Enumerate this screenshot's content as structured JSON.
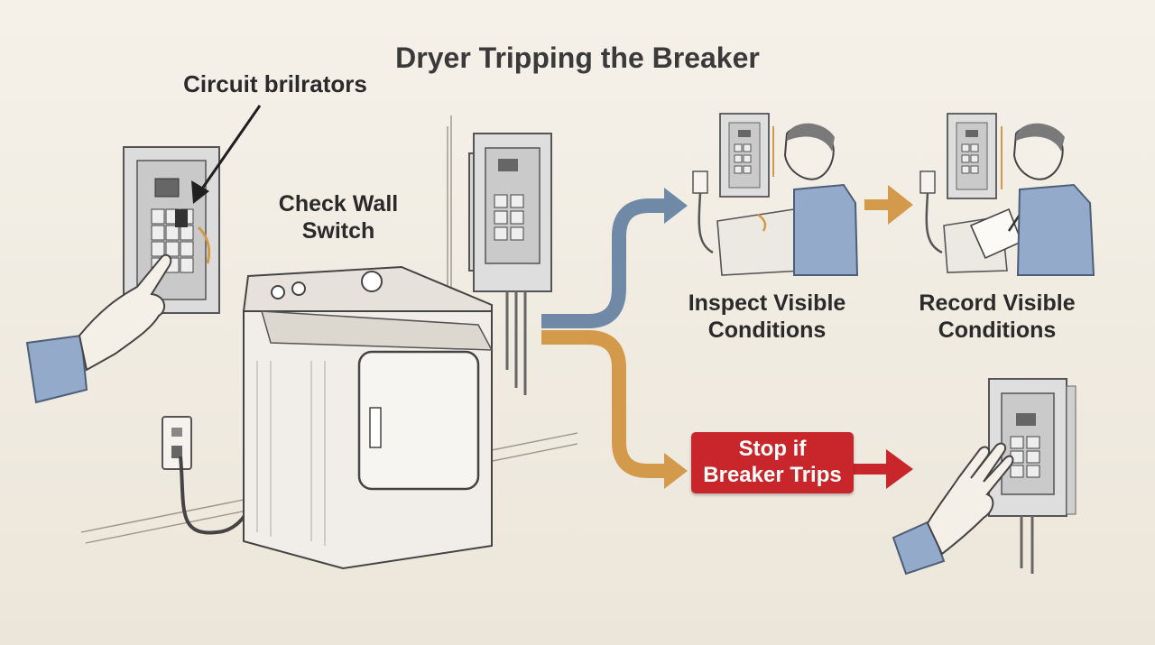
{
  "diagram": {
    "title": "Dryer Tripping the Breaker",
    "callout": "Circuit brilrators",
    "steps": {
      "check": {
        "line1": "Check Wall",
        "line2": "Switch"
      },
      "inspect": {
        "line1": "Inspect Visible",
        "line2": "Conditions"
      },
      "record": {
        "line1": "Record Visible",
        "line2": "Conditions"
      },
      "stop": {
        "line1": "Stop if",
        "line2": "Breaker Trips"
      }
    },
    "colors": {
      "background": "#f3efe6",
      "flow_blue": "#6f89a6",
      "flow_orange": "#d49a4c",
      "stop_red": "#c8262a",
      "sleeve_blue": "#93aacb",
      "ink": "#3a3a3a"
    }
  }
}
